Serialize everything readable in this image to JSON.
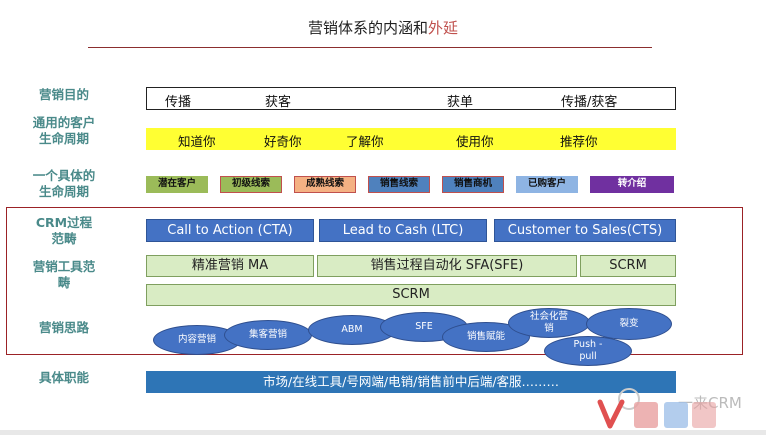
{
  "title": {
    "main": "营销体系的内涵和",
    "accent": "外延"
  },
  "labels": {
    "purpose": "营销目的",
    "generic_lifecycle": "通用的客户\n生命周期",
    "specific_lifecycle": "一个具体的\n生命周期",
    "crm_scope": "CRM过程\n范畴",
    "tool_scope": "营销工具范\n畴",
    "thinking": "营销思路",
    "functions": "具体职能"
  },
  "purpose_items": [
    "传播",
    "获客",
    "获单",
    "传播/获客"
  ],
  "generic_lifecycle": [
    "知道你",
    "好奇你",
    "了解你",
    "使用你",
    "推荐你"
  ],
  "specific_lifecycle": [
    {
      "label": "潜在客户",
      "color": "#9bbb59",
      "border": "#9bbb59"
    },
    {
      "label": "初级线索",
      "color": "#9bbb59",
      "border": "#c0504d"
    },
    {
      "label": "成熟线索",
      "color": "#f4b183",
      "border": "#c0504d"
    },
    {
      "label": "销售线索",
      "color": "#4f81bd",
      "border": "#c0504d"
    },
    {
      "label": "销售商机",
      "color": "#4f81bd",
      "border": "#c0504d"
    },
    {
      "label": "已购客户",
      "color": "#8eb4e3",
      "border": "#8eb4e3"
    },
    {
      "label": "转介绍",
      "color": "#7030a0",
      "border": "#7030a0",
      "text_color": "#ffffff"
    }
  ],
  "crm_processes": [
    "Call to Action (CTA)",
    "Lead to Cash (LTC)",
    "Customer to Sales(CTS)"
  ],
  "tools": {
    "ma": "精准营销 MA",
    "sfa": "销售过程自动化 SFA(SFE)",
    "scrm_right": "SCRM",
    "scrm_full": "SCRM"
  },
  "thinking": [
    "内容营销",
    "集客营销",
    "ABM",
    "SFE",
    "销售赋能",
    "社会化营\n销",
    "裂变",
    "Push -\npull"
  ],
  "functions": "市场/在线工具/号网端/电销/销售前中后端/客服………",
  "watermark": {
    "brand": "一来CRM"
  },
  "colors": {
    "accent": "#c0504d",
    "label": "#4a8a8a",
    "frame": "#9b2226",
    "blue": "#4472c4",
    "green": "#d9ecc4",
    "yellow": "#ffff33"
  }
}
